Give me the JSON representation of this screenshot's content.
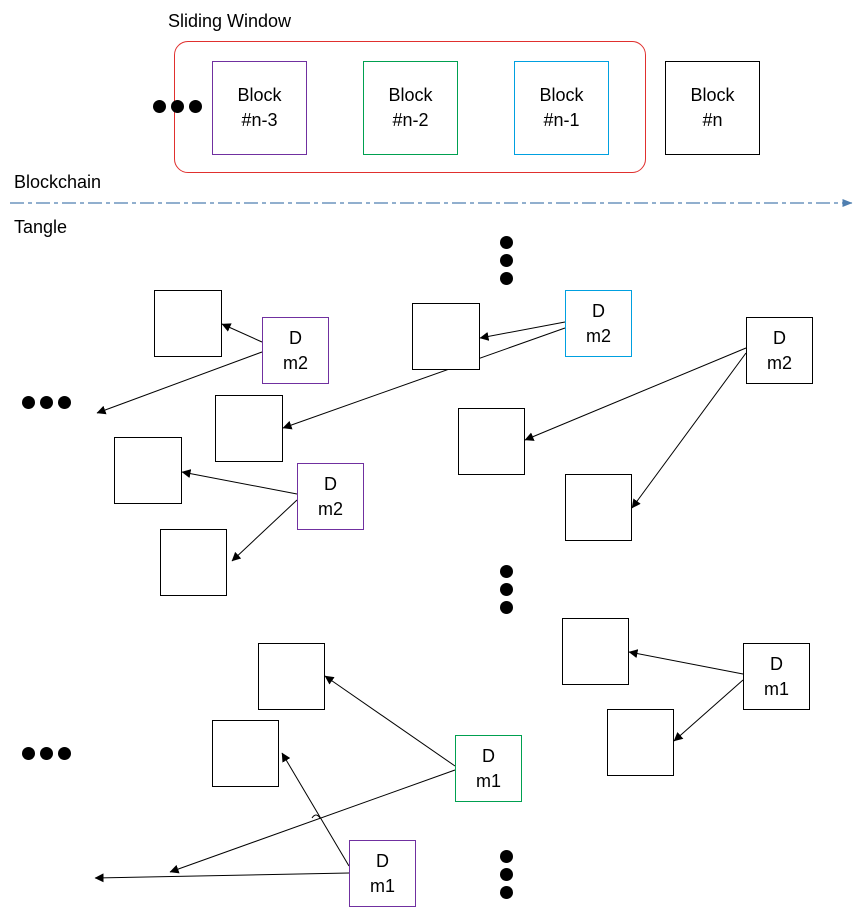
{
  "colors": {
    "window": "#e0302e",
    "purple": "#7030a0",
    "green": "#00a050",
    "cyan": "#00a0e0",
    "black": "#000000",
    "axis": "#4f7fb0"
  },
  "labels": {
    "sliding_window": "Sliding Window",
    "blockchain": "Blockchain",
    "tangle": "Tangle"
  },
  "blocks": [
    {
      "line1": "Block",
      "line2": "#n-3",
      "color": "purple"
    },
    {
      "line1": "Block",
      "line2": "#n-2",
      "color": "green"
    },
    {
      "line1": "Block",
      "line2": "#n-1",
      "color": "cyan"
    },
    {
      "line1": "Block",
      "line2": "#n",
      "color": "black"
    }
  ],
  "tangle_nodes": [
    {
      "d": "D",
      "m": "m2",
      "color": "purple"
    },
    {
      "d": "D",
      "m": "m2",
      "color": "purple"
    },
    {
      "d": "D",
      "m": "m2",
      "color": "cyan"
    },
    {
      "d": "D",
      "m": "m2",
      "color": "black"
    },
    {
      "d": "D",
      "m": "m1",
      "color": "green"
    },
    {
      "d": "D",
      "m": "m1",
      "color": "purple"
    },
    {
      "d": "D",
      "m": "m1",
      "color": "black"
    }
  ]
}
